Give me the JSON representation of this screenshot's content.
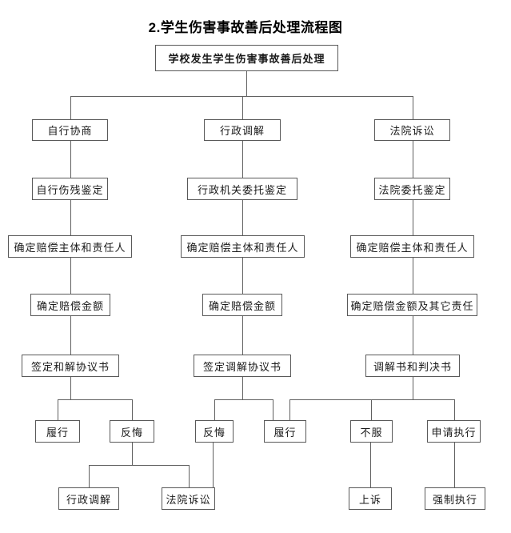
{
  "title": "2.学生伤害事故善后处理流程图",
  "colors": {
    "background": "#ffffff",
    "line": "#606060",
    "box_border": "#595959",
    "text": "#1a1a1a"
  },
  "nodes": {
    "root": "学校发生学生伤害事故善后处理",
    "c1_branch": "自行协商",
    "c1_appraisal": "自行伤残鉴定",
    "c1_subject": "确定赔偿主体和责任人",
    "c1_amount": "确定赔偿金额",
    "c1_agreement": "签定和解协议书",
    "c1_perform": "履行",
    "c1_renege": "反悔",
    "c2_branch": "行政调解",
    "c2_appraisal": "行政机关委托鉴定",
    "c2_subject": "确定赔偿主体和责任人",
    "c2_amount": "确定赔偿金额",
    "c2_agreement": "签定调解协议书",
    "c2_renege": "反悔",
    "c2_perform": "履行",
    "c3_branch": "法院诉讼",
    "c3_appraisal": "法院委托鉴定",
    "c3_subject": "确定赔偿主体和责任人",
    "c3_amount": "确定赔偿金额及其它责任",
    "c3_document": "调解书和判决书",
    "c3_refuse": "不服",
    "c3_apply": "申请执行",
    "b_admin_mediation": "行政调解",
    "b_court_litigation": "法院诉讼",
    "b_appeal": "上诉",
    "b_enforce": "强制执行"
  },
  "edges": [
    [
      "root",
      "c1_branch"
    ],
    [
      "root",
      "c2_branch"
    ],
    [
      "root",
      "c3_branch"
    ],
    [
      "c1_branch",
      "c1_appraisal"
    ],
    [
      "c1_appraisal",
      "c1_subject"
    ],
    [
      "c1_subject",
      "c1_amount"
    ],
    [
      "c1_amount",
      "c1_agreement"
    ],
    [
      "c1_agreement",
      "c1_perform"
    ],
    [
      "c1_agreement",
      "c1_renege"
    ],
    [
      "c2_branch",
      "c2_appraisal"
    ],
    [
      "c2_appraisal",
      "c2_subject"
    ],
    [
      "c2_subject",
      "c2_amount"
    ],
    [
      "c2_amount",
      "c2_agreement"
    ],
    [
      "c2_agreement",
      "c2_renege"
    ],
    [
      "c2_agreement",
      "c2_perform"
    ],
    [
      "c3_branch",
      "c3_appraisal"
    ],
    [
      "c3_appraisal",
      "c3_subject"
    ],
    [
      "c3_subject",
      "c3_amount"
    ],
    [
      "c3_amount",
      "c3_document"
    ],
    [
      "c3_document",
      "c2_perform"
    ],
    [
      "c3_document",
      "c3_refuse"
    ],
    [
      "c3_document",
      "c3_apply"
    ],
    [
      "c1_renege",
      "b_admin_mediation"
    ],
    [
      "c1_renege",
      "b_court_litigation"
    ],
    [
      "c2_renege",
      "b_court_litigation"
    ],
    [
      "c3_refuse",
      "b_appeal"
    ],
    [
      "c3_apply",
      "b_enforce"
    ]
  ]
}
